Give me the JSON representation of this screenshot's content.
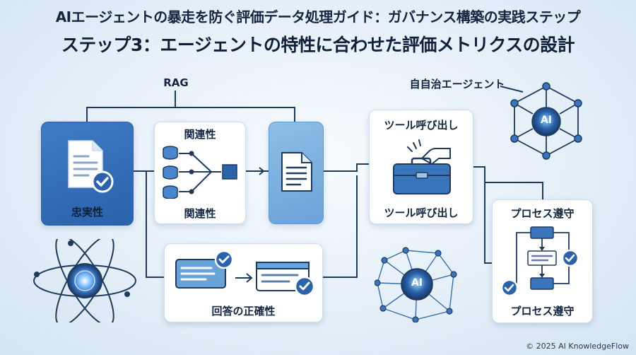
{
  "header": {
    "title": "AIエージェントの暴走を防ぐ評価データ処理ガイド：ガバナンス構築の実践ステップ",
    "subtitle": "ステップ3：エージェントの特性に合わせた評価メトリクスの設計"
  },
  "sections": {
    "rag_label": "RAG",
    "agent_label": "自自治エージェント"
  },
  "cards": {
    "faithfulness": "忠実性",
    "relevance_top": "関連性",
    "relevance_bottom": "関連性",
    "answer_accuracy": "回答の正確性",
    "tool_call_top": "ツール呼び出し",
    "tool_call_bottom": "ツール呼び出し",
    "process_top": "プロセス遵守",
    "process_bottom": "プロセス遵守"
  },
  "decor": {
    "ai_badge_top": "AI",
    "ai_badge_bottom": "AI"
  },
  "footer": {
    "copyright": "© 2025 AI KnowledgeFlow"
  },
  "colors": {
    "accent_dark": "#2a62ab",
    "accent_light": "#6aa3d8",
    "line": "#1f3a5c"
  }
}
